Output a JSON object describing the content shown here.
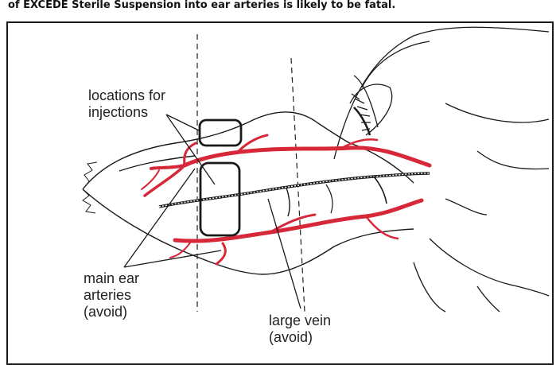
{
  "caption": "of EXCEDE Sterile Suspension into ear arteries is likely to be fatal.",
  "labels": {
    "injection_locations": "locations for\ninjections",
    "main_ear_arteries": "main ear\narteries\n(avoid)",
    "large_vein": "large vein\n(avoid)"
  },
  "colors": {
    "artery": "#d62839",
    "outline": "#1a1a1a"
  }
}
